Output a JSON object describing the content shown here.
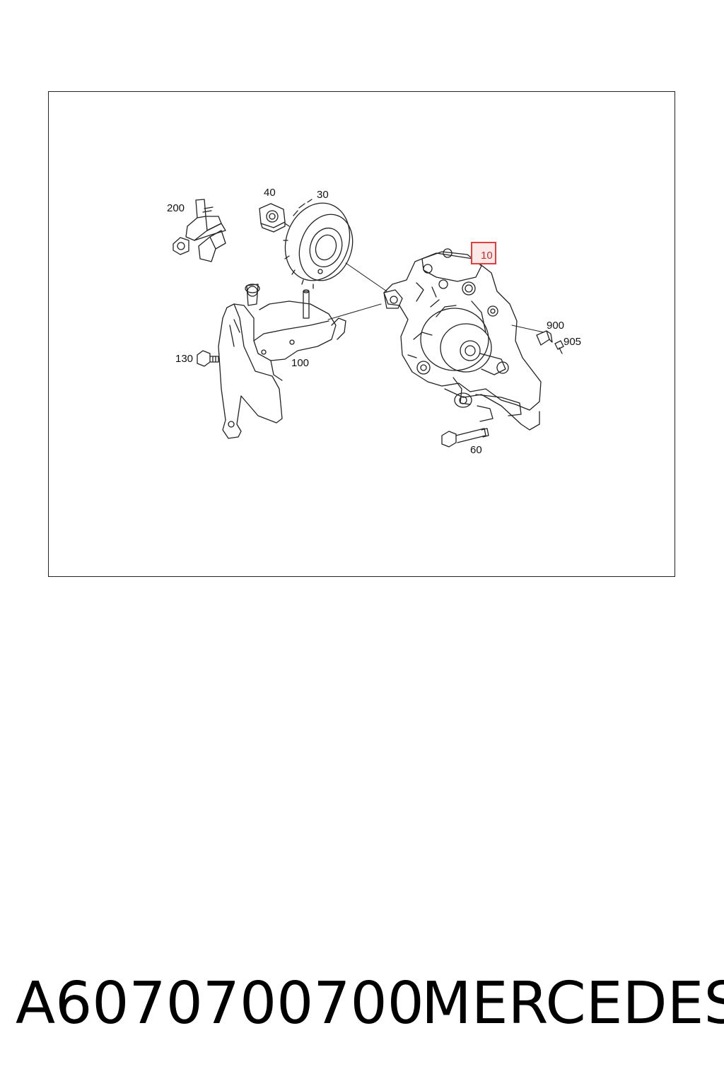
{
  "diagram": {
    "callouts": {
      "c200": "200",
      "c40": "40",
      "c30": "30",
      "c10": "10",
      "c900": "900",
      "c905": "905",
      "c130": "130",
      "c100": "100",
      "c60": "60"
    },
    "highlighted_callout": "10",
    "colors": {
      "outline": "#222222",
      "highlight_border": "#e04040",
      "highlight_fill": "#fde8e8"
    }
  },
  "footer": {
    "part_number": "A6070700700",
    "brand": "MERCEDES"
  }
}
